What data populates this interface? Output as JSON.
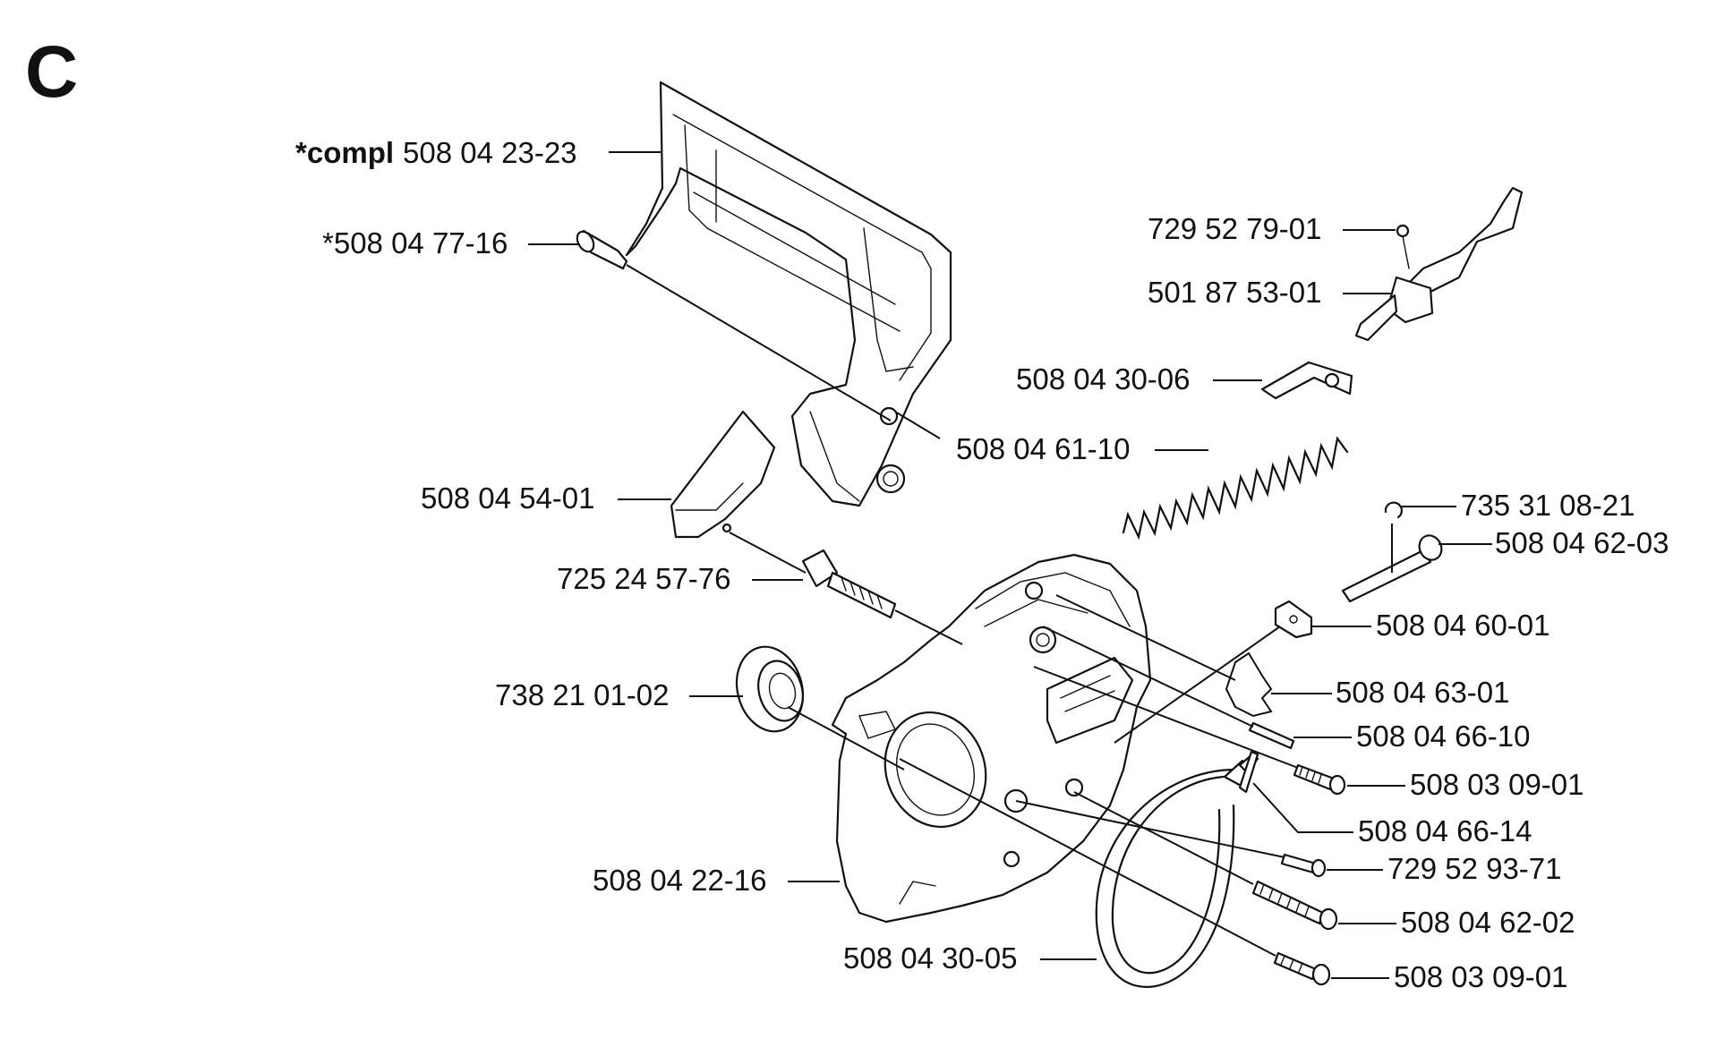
{
  "section_letter": "C",
  "labels": {
    "compl_prefix": "*compl",
    "compl_num": "508 04 23-23",
    "p_508047716": "*508 04 77-16",
    "p_729527901": "729 52 79-01",
    "p_501875301": "501 87 53-01",
    "p_508043006": "508 04 30-06",
    "p_508046110": "508 04 61-10",
    "p_508045401": "508 04 54-01",
    "p_735310821": "735 31 08-21",
    "p_508046203": "508 04 62-03",
    "p_725245776": "725 24 57-76",
    "p_508046001": "508 04 60-01",
    "p_508046301": "508 04 63-01",
    "p_738210102": "738 21 01-02",
    "p_508046610": "508 04 66-10",
    "p_508030901_a": "508 03 09-01",
    "p_508046614": "508 04 66-14",
    "p_729529371": "729 52 93-71",
    "p_508042216": "508 04 22-16",
    "p_508046202": "508 04 62-02",
    "p_508043005": "508 04 30-05",
    "p_508030901_b": "508 03 09-01"
  }
}
